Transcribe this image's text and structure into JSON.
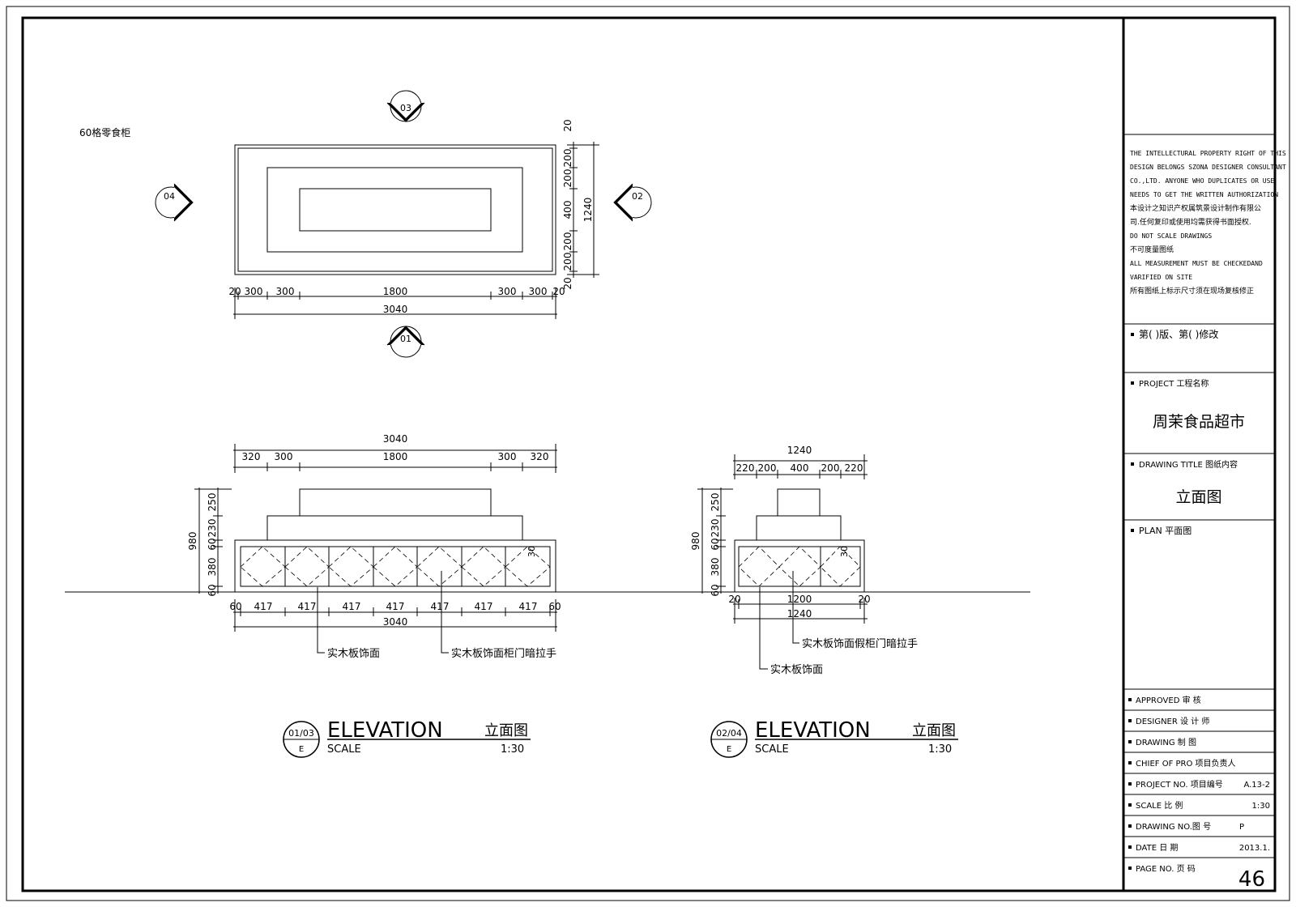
{
  "plan": {
    "title": "60格零食柜",
    "markers": {
      "top": "03",
      "bottom": "01",
      "left": "04",
      "right": "02"
    },
    "dims_bottom": [
      "20",
      "300",
      "300",
      "1800",
      "300",
      "300",
      "20"
    ],
    "total_width": "3040",
    "dims_right": [
      "20",
      "200",
      "200",
      "400",
      "200",
      "200",
      "20"
    ],
    "total_height": "1240"
  },
  "front_elevation": {
    "top_total": "3040",
    "top_dims": [
      "320",
      "300",
      "1800",
      "300",
      "320"
    ],
    "left_dims": [
      "250",
      "230",
      "60",
      "380",
      "60"
    ],
    "left_total": "980",
    "corner_dim": "30",
    "bottom_dims": [
      "60",
      "417",
      "417",
      "417",
      "417",
      "417",
      "417",
      "417",
      "60"
    ],
    "bottom_total": "3040",
    "labels": [
      "实木板饰面",
      "实木板饰面柜门暗拉手"
    ],
    "title": {
      "ref_top": "01/03",
      "ref_bottom": "E",
      "main": "ELEVATION",
      "cn": "立面图",
      "scale_label": "SCALE",
      "scale": "1:30"
    }
  },
  "side_elevation": {
    "top_total": "1240",
    "top_dims": [
      "220",
      "200",
      "400",
      "200",
      "220"
    ],
    "left_dims": [
      "250",
      "230",
      "60",
      "380",
      "60"
    ],
    "left_total": "980",
    "corner_dim": "30",
    "bottom_dims": [
      "20",
      "1200",
      "20"
    ],
    "bottom_total": "1240",
    "labels": [
      "实木板饰面假柜门暗拉手",
      "实木板饰面"
    ],
    "title": {
      "ref_top": "02/04",
      "ref_bottom": "E",
      "main": "ELEVATION",
      "cn": "立面图",
      "scale_label": "SCALE",
      "scale": "1:30"
    }
  },
  "title_block": {
    "notice": [
      "THE INTELLECTURAL PROPERTY RIGHT OF THIS",
      "DESIGN BELONGS SZONA DESIGNER CONSULTANT",
      "CO.,LTD. ANYONE WHO DUPLICATES OR USE",
      "NEEDS TO GET THE WRITTEN AUTHORIZATION",
      "本设计之知识产权属筑景设计制作有限公",
      "司.任何复印或使用均需获得书面授权.",
      "DO NOT SCALE DRAWINGS",
      "不可度量图纸",
      "ALL MEASUREMENT MUST BE CHECKEDAND",
      "VARIFIED ON SITE",
      "所有图纸上标示尺寸须在现场复核修正"
    ],
    "revision": "第(      )版、第(      )修改",
    "project_label": "PROJECT     工程名称",
    "project_name": "周茉食品超市",
    "drawing_title_label": "DRAWING TITLE  图纸内容",
    "drawing_title": "立面图",
    "plan_label": "PLAN  平面图",
    "rows": [
      {
        "label": "APPROVED    审    核",
        "value": ""
      },
      {
        "label": "DESIGNER    设 计 师",
        "value": ""
      },
      {
        "label": "DRAWING     制    图",
        "value": ""
      },
      {
        "label": "CHIEF OF PRO 项目负责人",
        "value": ""
      },
      {
        "label": "PROJECT NO.  项目编号",
        "value": "A.13-2"
      },
      {
        "label": "SCALE       比    例",
        "value": "1:30"
      },
      {
        "label": "DRAWING NO.图    号",
        "value": "P"
      },
      {
        "label": "DATE        日    期",
        "value": "2013.1."
      },
      {
        "label": "PAGE NO.    页    码",
        "value": "46"
      }
    ]
  }
}
